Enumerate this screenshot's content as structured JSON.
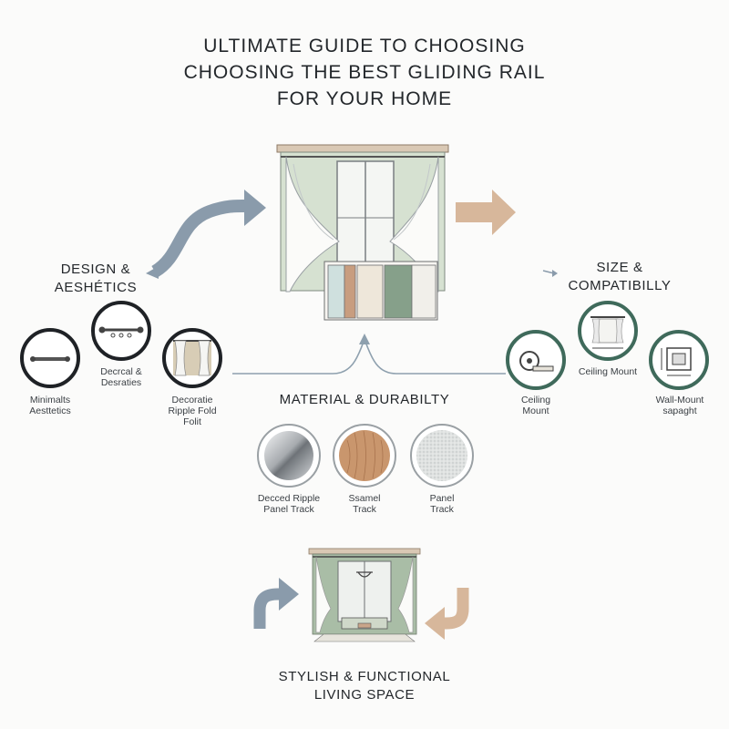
{
  "title": {
    "line1": "ULTIMATE GUIDE TO CHOOSING",
    "line2": "CHOOSING THE BEST GLIDING RAIL",
    "line3": "FOR YOUR HOME"
  },
  "design": {
    "heading_line1": "DESIGN &",
    "heading_line2": "AESHÉTICS",
    "items": [
      {
        "line1": "Minimalts",
        "line2": "Aesttetics",
        "icon": "minimal-rail-icon"
      },
      {
        "line1": "Decrcal &",
        "line2": "Desraties",
        "icon": "decorative-rod-icon"
      },
      {
        "line1": "Decoratie",
        "line2": "Ripple Fold",
        "line3": "Folit",
        "icon": "ripple-fold-curtain-icon"
      }
    ]
  },
  "size": {
    "heading_line1": "SIZE &",
    "heading_line2": "COMPATIBILLY",
    "items": [
      {
        "line1": "Ceiling",
        "line2": "Mount",
        "icon": "tape-measure-icon"
      },
      {
        "line1": "Ceiling Mount",
        "icon": "ceiling-mount-curtain-icon"
      },
      {
        "line1": "Wall-Mount",
        "line2": "sapaght",
        "icon": "wall-mount-frame-icon"
      }
    ]
  },
  "material": {
    "heading": "MATERIAL & DURABILTY",
    "items": [
      {
        "line1": "Decced Ripple",
        "line2": "Panel Track",
        "icon": "metal-swatch-icon"
      },
      {
        "line1": "Ssamel",
        "line2": "Track",
        "icon": "wood-swatch-icon"
      },
      {
        "line1": "Panel",
        "line2": "Track",
        "icon": "fabric-swatch-icon"
      }
    ]
  },
  "result": {
    "line1": "STYLISH & FUNCTIONAL",
    "line2": "LIVING SPACE"
  },
  "colors": {
    "background": "#fbfbfa",
    "arrow_blue": "#8a9bab",
    "arrow_tan": "#d7b79b",
    "ring_dark": "#1f2226",
    "ring_teal": "#3f6a5b",
    "sage": "#b9c9b4",
    "line": "#8ea0ae"
  }
}
